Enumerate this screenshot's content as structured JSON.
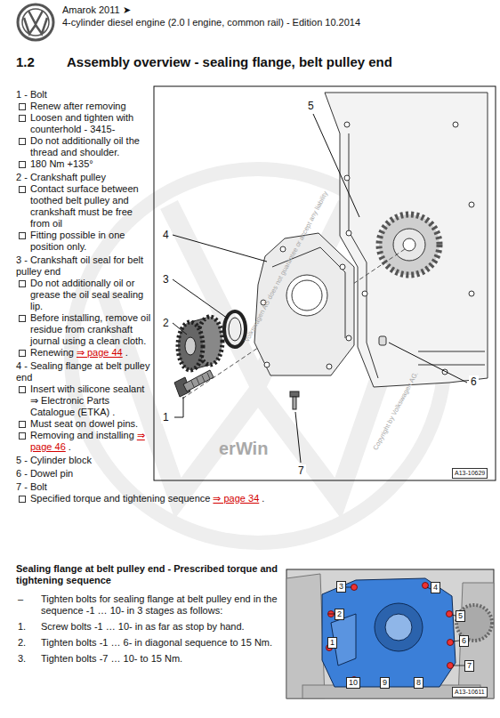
{
  "diagram": {
    "title": "Assembly overview - sealing flange, belt pulley end",
    "labels": [
      "Amarok 2011 ➤",
      "4-cylinder diesel engine (2.0 l engine, common rail) - Edition 10.2014",
      "1.2",
      "1 - Bolt",
      "Renew after removing",
      "Loosen and tighten with counterhold - 3415-",
      "Do not additionally oil the thread and shoulder.",
      "180 Nm +135°",
      "2 - Crankshaft pulley",
      "Contact surface between toothed belt pulley and crankshaft must be free from oil",
      "Fitting possible in one position only.",
      "3 - Crankshaft oil seal for belt pulley end",
      "Do not additionally oil or grease the oil seal sealing lip.",
      "Before installing, remove oil residue from crankshaft journal using a clean cloth.",
      "Renewing",
      "⇒ page 44",
      ".",
      "4 - Sealing flange at belt pulley end",
      "Insert with silicone sealant ⇒ Electronic Parts Catalogue (ETKA) .",
      "Must seat on dowel pins.",
      "Removing and installing",
      "⇒ page 46",
      ".",
      "5 - Cylinder block",
      "6 - Dowel pin",
      "7 - Bolt",
      "Specified torque and tightening sequence",
      "⇒ page 34",
      ".",
      "5",
      "4",
      "3",
      "2",
      "1",
      "7",
      "6",
      "A13-10629",
      "Volkswagen AG does not guarantee or accept any liability",
      "Copyright by Volkswagen AG.",
      "erWin",
      "Sealing flange at belt pulley end - Prescribed torque and tightening sequence",
      "–",
      "Tighten bolts for sealing flange at belt pulley end in the sequence -1 … 10- in 3 stages as follows:",
      "1.",
      "Screw bolts -1 … 10- in as far as stop by hand.",
      "2.",
      "Tighten bolts -1 … 6- in diagonal sequence to 15 Nm.",
      "3.",
      "Tighten bolts -7 … 10- to 15 Nm.",
      "3",
      "2",
      "4",
      "5",
      "1",
      "6",
      "7",
      "10",
      "9",
      "8",
      "A13-10611"
    ]
  }
}
